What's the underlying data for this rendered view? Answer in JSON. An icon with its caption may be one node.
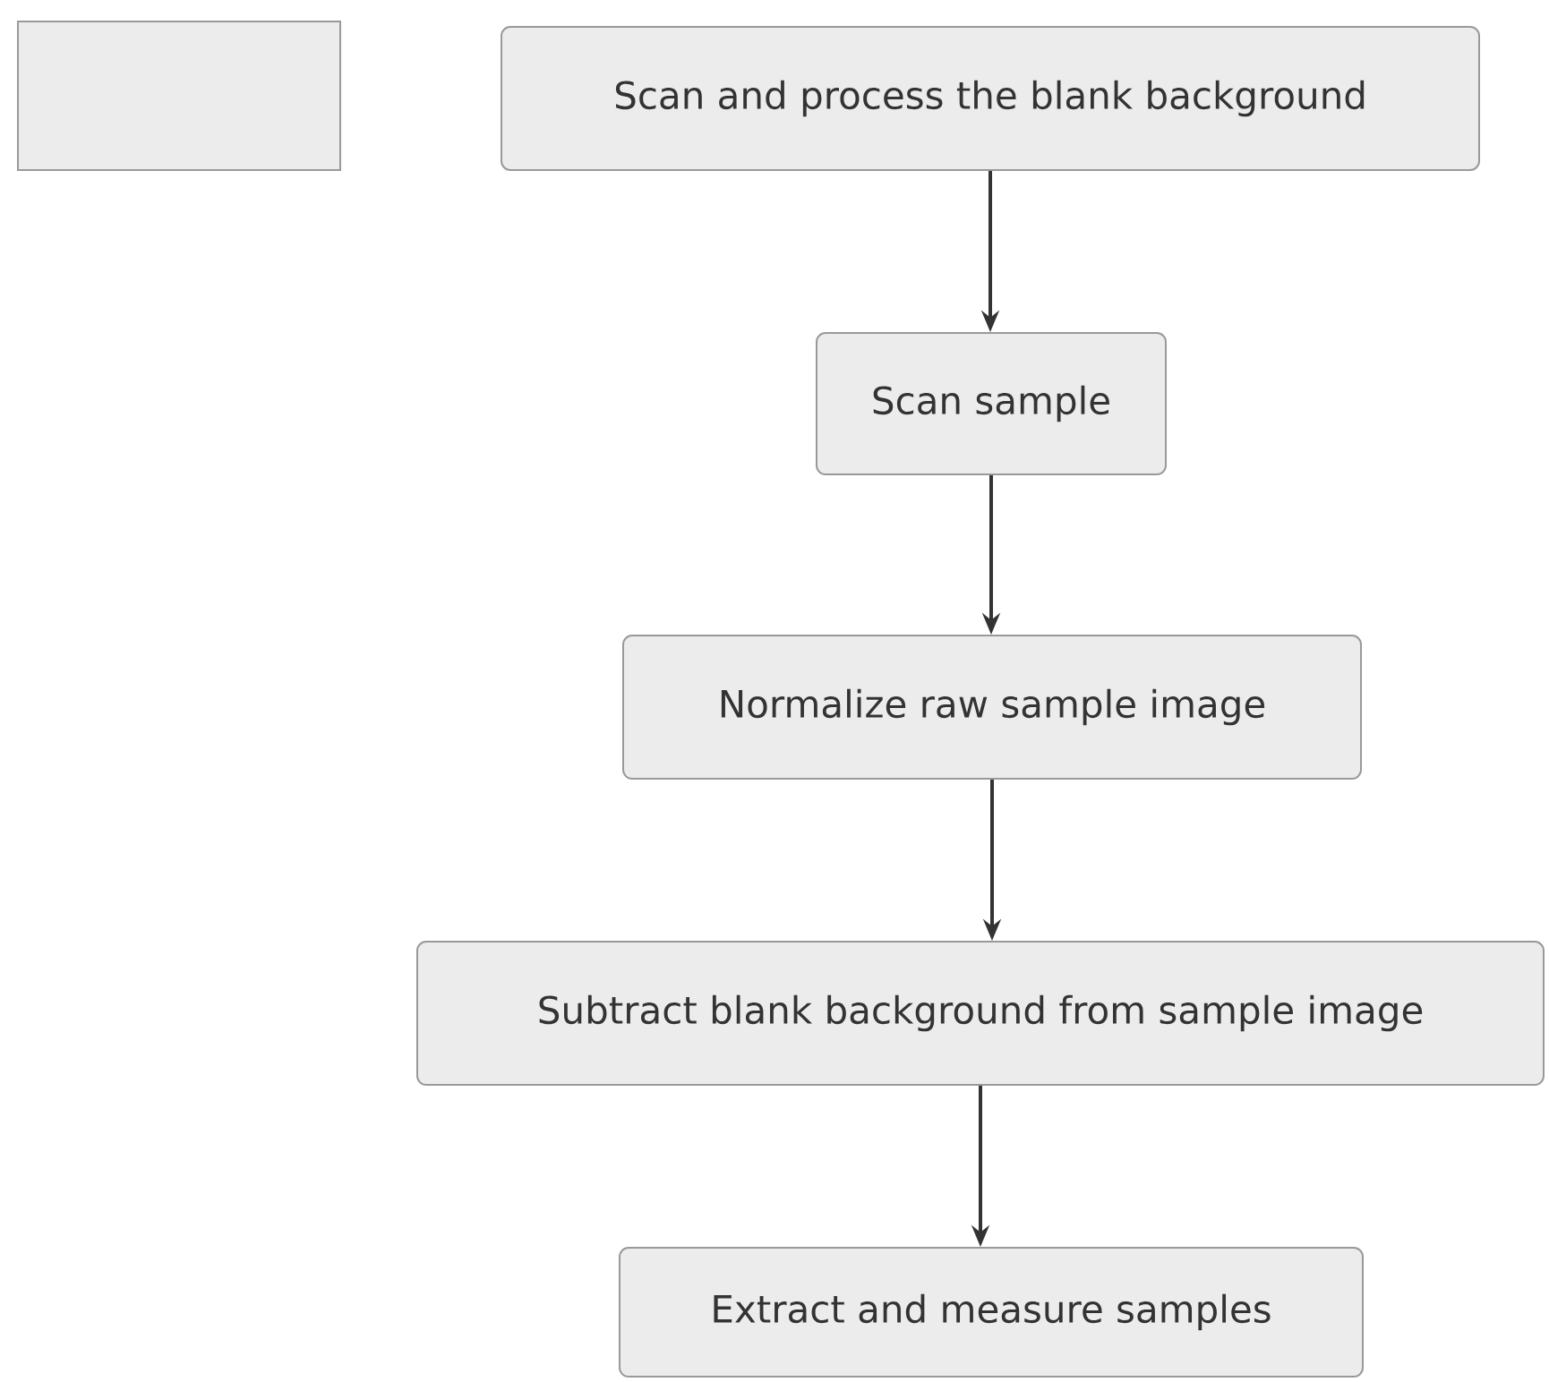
{
  "diagram": {
    "nodes": [
      {
        "text": [],
        "shape": "box"
      },
      {
        "text": [
          "Scan and process the blank background"
        ]
      },
      {
        "text": [
          "Scan sample"
        ]
      },
      {
        "text": [
          "Normalize raw sample image"
        ]
      },
      {
        "text": [
          "Subtract blank background from sample image"
        ]
      },
      {
        "text": [
          "Extract and measure samples"
        ]
      }
    ],
    "edges": [
      {
        "from": 1,
        "to": 2,
        "arrow": "to"
      },
      {
        "from": 2,
        "to": 3,
        "arrow": "to"
      },
      {
        "from": 3,
        "to": 4,
        "arrow": "to"
      },
      {
        "from": 4,
        "to": 5,
        "arrow": "to"
      }
    ]
  }
}
